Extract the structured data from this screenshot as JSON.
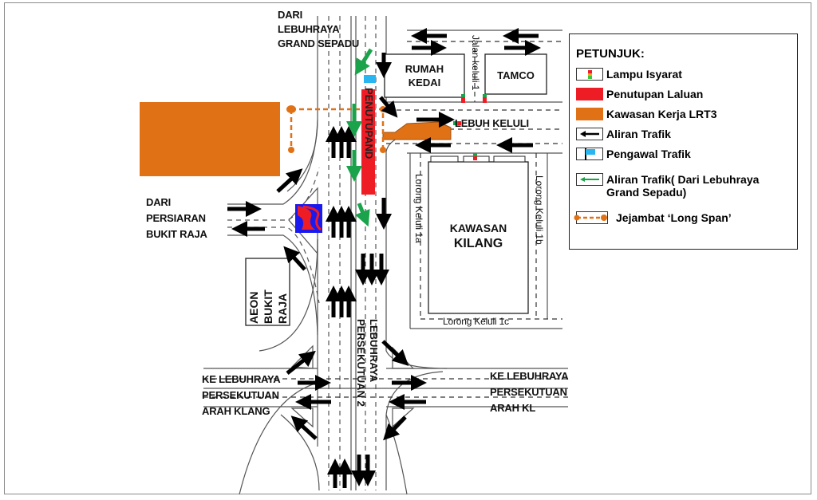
{
  "map": {
    "roads": {
      "north_origin": "DARI\nLEBUHRAYA\nGRAND SEPADU",
      "north_origin_lines": [
        "DARI",
        "LEBUHRAYA",
        "GRAND SEPADU"
      ],
      "west_origin_lines": [
        "DARI",
        "PERSIARAN",
        "BUKIT RAJA"
      ],
      "southwest_dest_lines": [
        "KE LEBUHRAYA",
        "PERSEKUTUAN",
        "ARAH KLANG"
      ],
      "southeast_dest_lines": [
        "KE LEBUHRAYA",
        "PERSEKUTUAN",
        "ARAH KL"
      ],
      "main_road_a": "PERSEKUTUAN 2",
      "main_road_b": "LEBUHRAYA",
      "jalan_keluli_1": "Jalan keluli 1",
      "lebuh_keluli": "LEBUH KELULI",
      "lorong_1a": "Lorong Keluli 1a",
      "lorong_1b": "Lorong Keluli 1b",
      "lorong_1c": "Lorong Keluli 1c"
    },
    "buildings": {
      "rumah_kedai_lines": [
        "RUMAH",
        "KEDAI"
      ],
      "tamco": "TAMCO",
      "kawasan_kilang_lines": [
        "KAWASAN",
        "KILANG"
      ],
      "aeon_lines": [
        "AEON",
        "BUKIT",
        "RAJA"
      ]
    },
    "closure_label": "PENUTUPAND",
    "colors": {
      "closure_red": "#ee1c24",
      "work_zone_orange": "#e07115",
      "traffic_black": "#000000",
      "traffic_green": "#1aa34a",
      "marshal_blue": "#29b5f0",
      "road_line": "#555555"
    }
  },
  "legend": {
    "title": "PETUNJUK:",
    "items": [
      {
        "icon": "traffic-light-icon",
        "label": "Lampu Isyarat"
      },
      {
        "icon": "road-closure-swatch",
        "label": "Penutupan Laluan"
      },
      {
        "icon": "work-zone-swatch",
        "label": "Kawasan Kerja LRT3"
      },
      {
        "icon": "traffic-flow-arrow-icon",
        "label": "Aliran Trafik"
      },
      {
        "icon": "traffic-marshal-flag-icon",
        "label": "Pengawal Trafik"
      },
      {
        "icon": "green-flow-arrow-icon",
        "label": "Aliran Trafik( Dari Lebuhraya",
        "label2": "Grand Sepadu)"
      },
      {
        "icon": "pedestrian-bridge-icon",
        "label": "Jejambat ‘Long Span’"
      }
    ]
  }
}
